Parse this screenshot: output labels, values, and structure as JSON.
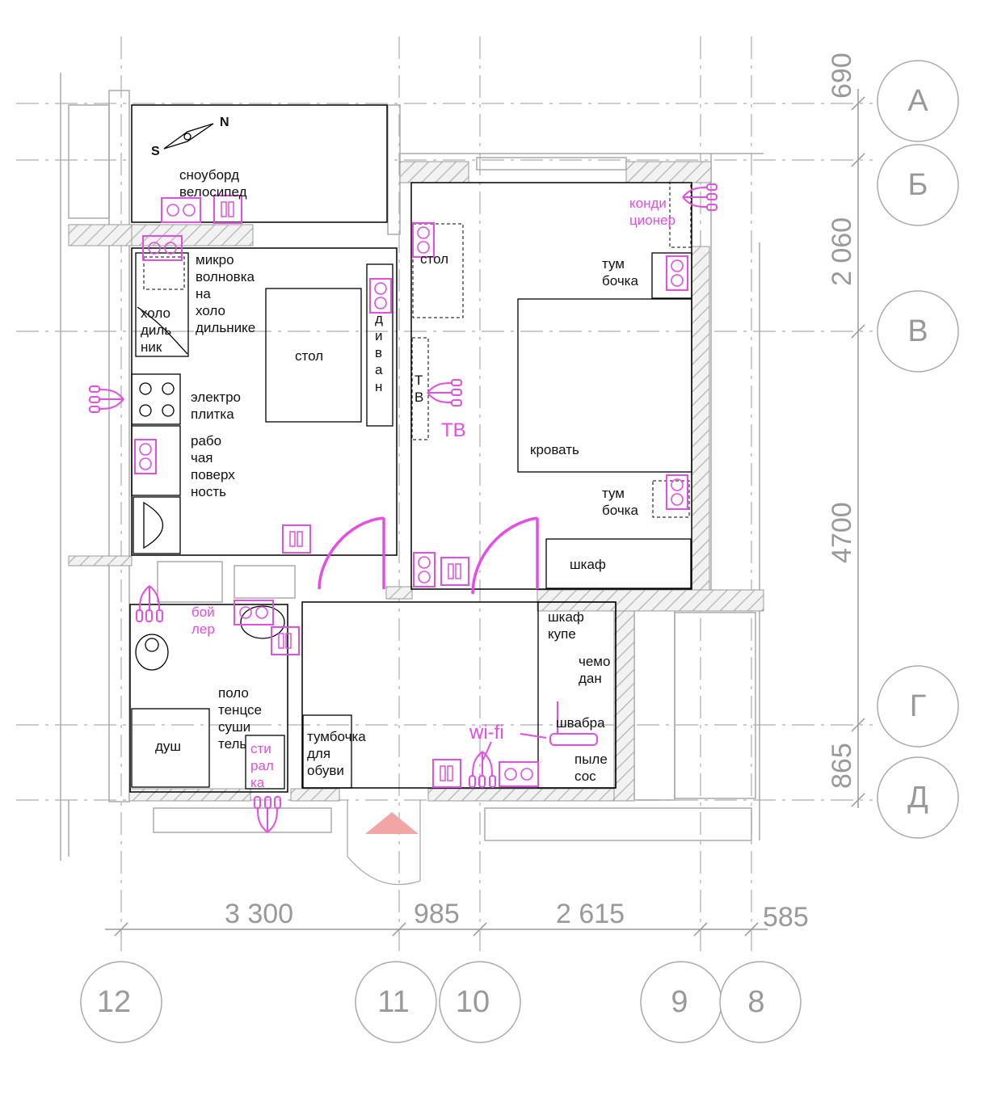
{
  "compass": {
    "north": "N",
    "south": "S"
  },
  "rooms": {
    "storage": "сноуборд\nвелосипед",
    "kitchen": {
      "microwave": "микро\nволновка\nна\nхоло\nдильнике",
      "fridge": "холо\nдиль\nник",
      "table": "стол",
      "sofa": "д\nи\nв\nа\nн",
      "stove": "электро\nплитка",
      "worktop": "рабо\nчая\nповерх\nность"
    },
    "bedroom": {
      "desk": "стол",
      "tv_stand": "Т\nВ",
      "nightstand_top": "тум\nбочка",
      "bed": "кровать",
      "nightstand_bottom": "тум\nбочка",
      "wardrobe": "шкаф"
    },
    "bathroom": {
      "shower": "душ",
      "towel_dryer": "поло\nтенцсе\nсуши\nтель",
      "washer": "сти\nрал\nка"
    },
    "hall": {
      "shoe_cabinet": "тумбочка\nдля\nобуви",
      "closet": "шкаф\nкупе",
      "suitcase": "чемо\nдан",
      "mop": "швабра",
      "vacuum": "пыле\nсос"
    }
  },
  "annotations": {
    "ac": "конди\nционер",
    "tv": "ТВ",
    "boiler": "бой\nлер",
    "wifi": "wi-fi"
  },
  "axes": {
    "rows": [
      "А",
      "Б",
      "В",
      "Г",
      "Д"
    ],
    "columns": [
      "12",
      "11",
      "10",
      "9",
      "8"
    ]
  },
  "dimensions": {
    "horizontal": [
      "3 300",
      "985",
      "2 615",
      "585"
    ],
    "vertical": [
      "690",
      "2 060",
      "4700",
      "865"
    ]
  },
  "colors": {
    "electric": "#e64ce6",
    "grid": "#aaaaaa",
    "walls": "#999999",
    "furniture": "#000000"
  }
}
